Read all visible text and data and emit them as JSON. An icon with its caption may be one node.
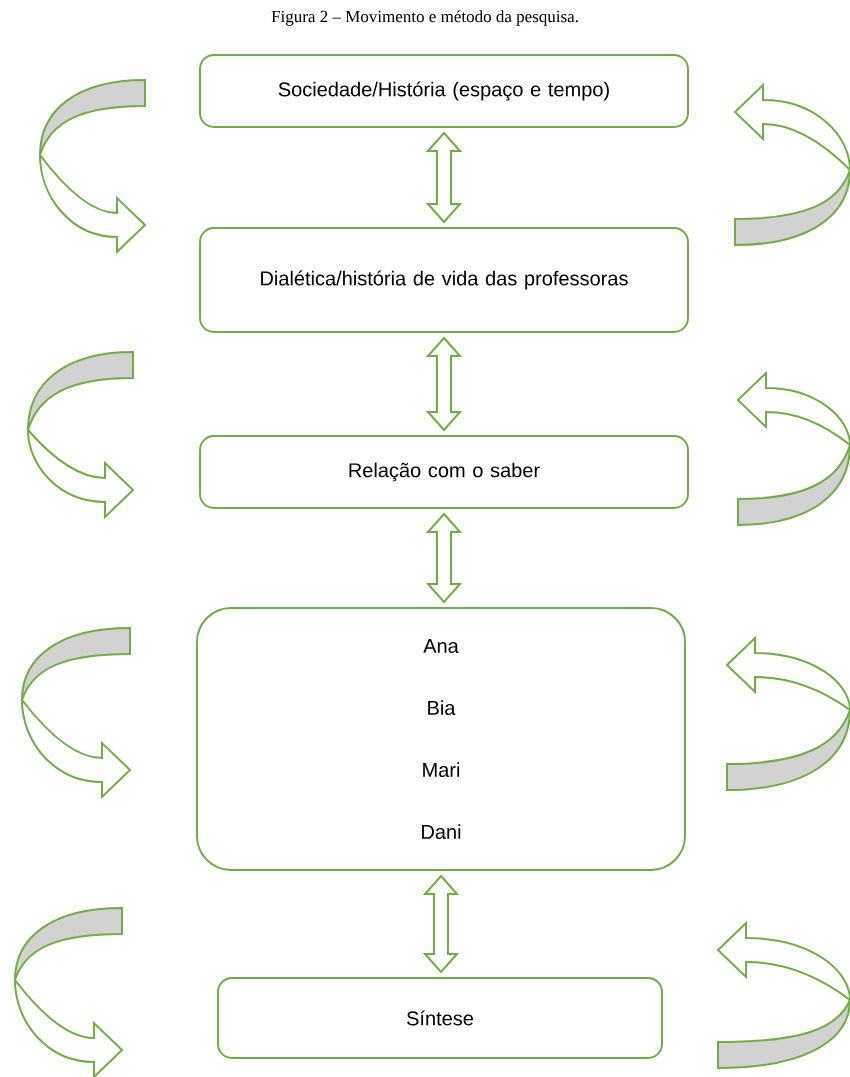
{
  "diagram": {
    "title": "Figura 2 – Movimento e método da pesquisa.",
    "nodes": [
      {
        "text": [
          "Sociedade/História (espaço e tempo)"
        ]
      },
      {
        "text": [
          "Dialética/história de vida das professoras"
        ]
      },
      {
        "text": [
          "Relação com o saber"
        ]
      },
      {
        "text": [
          "Ana",
          "Bia",
          "Mari",
          "Dani"
        ]
      },
      {
        "text": [
          "Síntese"
        ]
      }
    ],
    "edges": [
      {
        "from": 0,
        "to": 1,
        "arrow": "both"
      },
      {
        "from": 1,
        "to": 2,
        "arrow": "both"
      },
      {
        "from": 2,
        "to": 3,
        "arrow": "both"
      },
      {
        "from": 3,
        "to": 4,
        "arrow": "both"
      }
    ]
  }
}
